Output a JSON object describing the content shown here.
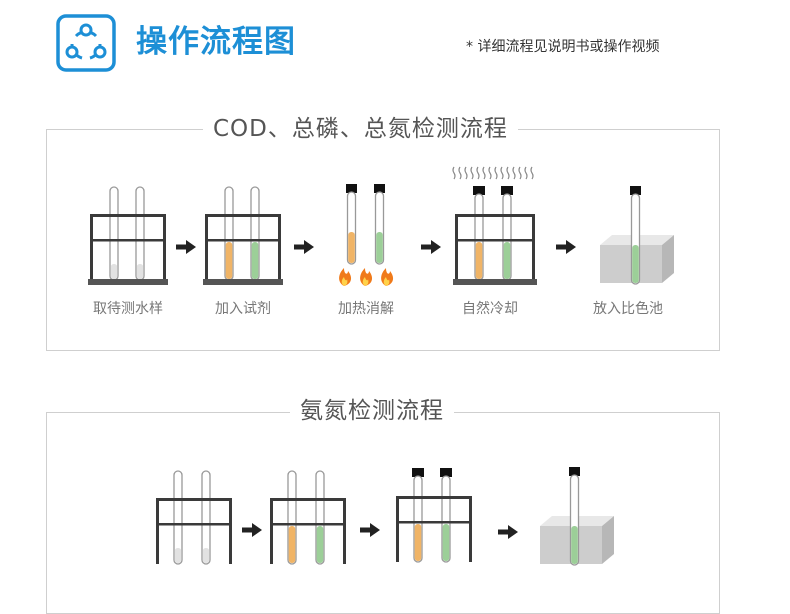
{
  "header": {
    "title": "操作流程图",
    "note": "* 详细流程见说明书或操作视频"
  },
  "panels": [
    {
      "title": "COD、总磷、总氮检测流程",
      "steps": [
        "取待测水样",
        "加入试剂",
        "加热消解",
        "自然冷却",
        "放入比色池"
      ]
    },
    {
      "title": "氨氮检测流程"
    }
  ],
  "colors": {
    "brand_blue": "#1d8fd6",
    "orange_reagent": "#f0b466",
    "green_reagent": "#9ccf98",
    "rack_dark": "#3a3a3a",
    "flame": "#f07a1a"
  }
}
